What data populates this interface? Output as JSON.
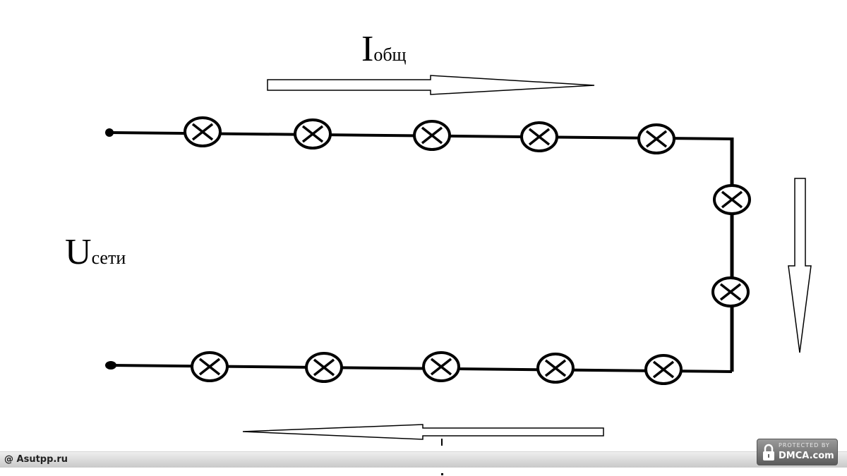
{
  "labels": {
    "current_main": "I",
    "current_sub": "общ",
    "voltage_main": "U",
    "voltage_sub": "сети"
  },
  "footer": {
    "site": "@ Asutpp.ru"
  },
  "badge": {
    "top": "PROTECTED BY",
    "bottom": "DMCA.com"
  },
  "colors": {
    "wire": "#000000",
    "background": "#ffffff",
    "footer_bar": "#d4d4d4",
    "badge": "#7a7a7a"
  },
  "icons": {
    "lamp": "lamp-icon",
    "terminal": "terminal-icon",
    "arrow": "current-direction-arrow",
    "lock": "lock-icon"
  }
}
